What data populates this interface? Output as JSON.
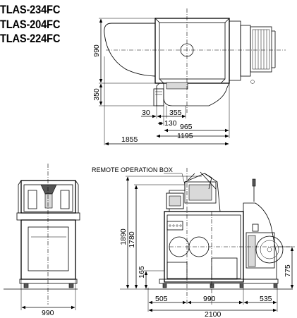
{
  "models": [
    "TLAS-234FC",
    "TLAS-204FC",
    "TLAS-224FC"
  ],
  "top_view": {
    "dims": {
      "d990": "990",
      "d350": "350",
      "d30": "30",
      "d355": "355",
      "d130": "130",
      "d965": "965",
      "d1195": "1195",
      "d1855": "1855"
    }
  },
  "side_view": {
    "dims": {
      "width": "990"
    }
  },
  "front_view": {
    "label": "REMOTE OPERATION BOX",
    "dims": {
      "h1890": "1890",
      "h1780": "1780",
      "h165": "165",
      "h775": "775",
      "w505": "505",
      "w990": "990",
      "w535": "535",
      "w2100": "2100"
    }
  }
}
